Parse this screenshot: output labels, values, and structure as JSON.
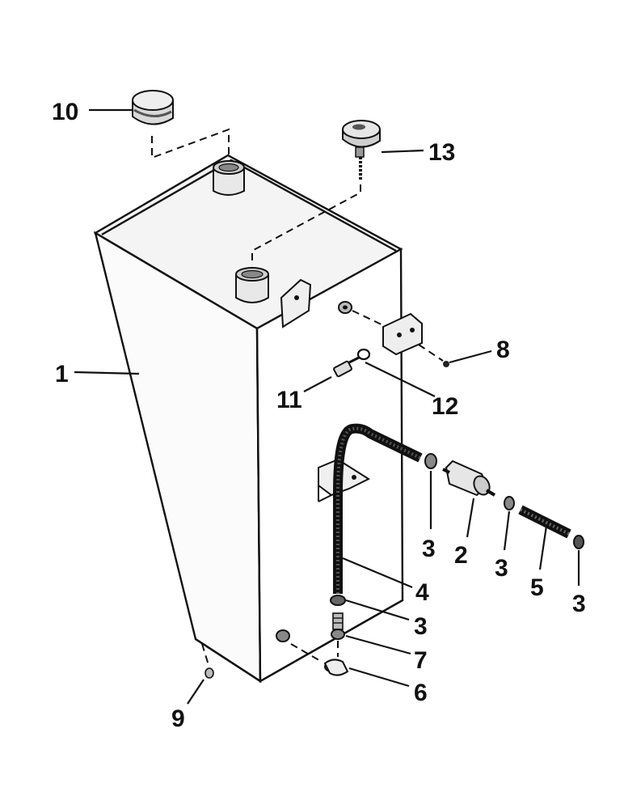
{
  "diagram": {
    "callouts": [
      {
        "id": "c1",
        "text": "1"
      },
      {
        "id": "c2",
        "text": "2"
      },
      {
        "id": "c3a",
        "text": "3"
      },
      {
        "id": "c3b",
        "text": "3"
      },
      {
        "id": "c3c",
        "text": "3"
      },
      {
        "id": "c3d",
        "text": "3"
      },
      {
        "id": "c4",
        "text": "4"
      },
      {
        "id": "c5",
        "text": "5"
      },
      {
        "id": "c6",
        "text": "6"
      },
      {
        "id": "c7",
        "text": "7"
      },
      {
        "id": "c8",
        "text": "8"
      },
      {
        "id": "c9",
        "text": "9"
      },
      {
        "id": "c10",
        "text": "10"
      },
      {
        "id": "c11",
        "text": "11"
      },
      {
        "id": "c12",
        "text": "12"
      },
      {
        "id": "c13",
        "text": "13"
      }
    ]
  }
}
